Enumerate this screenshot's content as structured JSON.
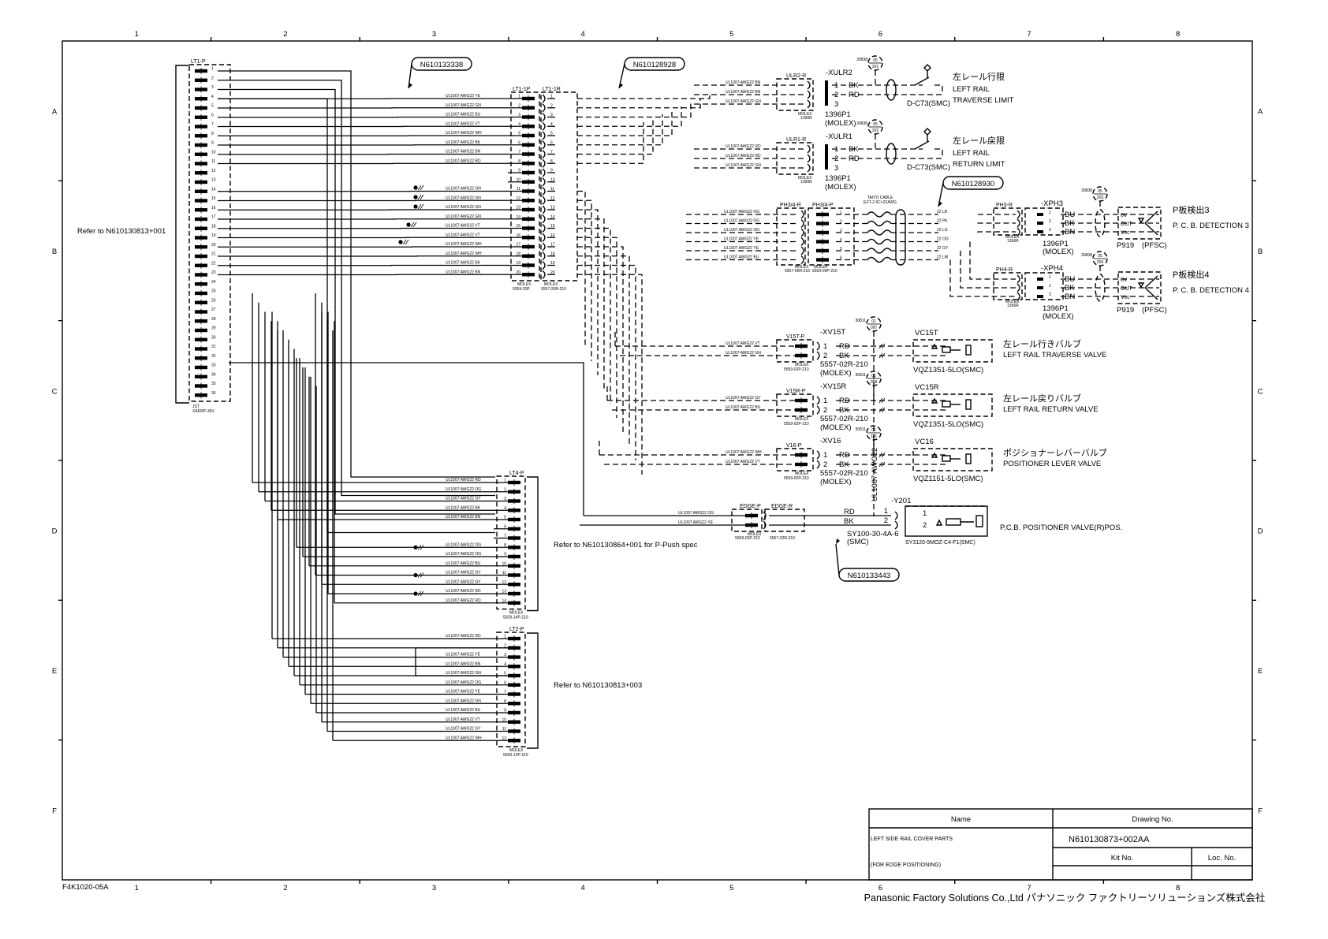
{
  "sheet": {
    "form_code": "F4K1020-05A",
    "company": "Panasonic Factory Solutions Co.,Ltd パナソニック ファクトリーソリューションズ株式会社",
    "col_labels": [
      "1",
      "2",
      "3",
      "4",
      "5",
      "6",
      "7",
      "8"
    ],
    "row_labels": [
      "A",
      "B",
      "C",
      "D",
      "E",
      "F"
    ]
  },
  "title_block": {
    "name_header": "Name",
    "drawing_no_header": "Drawing No.",
    "name_line1": "LEFT SIDE RAIL COVER PARTS",
    "name_line2": "(FOR EDGE POSITIONING)",
    "drawing_no": "N610130873+002AA",
    "kit_no_header": "Kit No.",
    "loc_no_header": "Loc. No.",
    "kit_no": "",
    "loc_no": ""
  },
  "refs": {
    "lt1": "Refer to N610130813+001",
    "lt4": "Refer to N610130864+001 for P-Push spec",
    "lt2": "Refer to N610130813+003"
  },
  "callouts": [
    "N610133338",
    "N610128928",
    "N610128930",
    "N610133443"
  ],
  "connectors": {
    "lt1p": {
      "label": "LT1-P",
      "maker": "JST",
      "part": "XADRP-36V",
      "pins": 36
    },
    "lt1_1p": {
      "label": "LT1-1P",
      "maker": "MOLEX",
      "part": "5559-20P",
      "pins": 20
    },
    "lt1_1r": {
      "label": "LT1-1R",
      "maker": "MOLEX",
      "part": "5557-20R-210",
      "pins": 20
    },
    "lt4p": {
      "label": "LT4-P",
      "maker": "MOLEX",
      "part": "5559-14P-210",
      "pins": 14
    },
    "lt2p": {
      "label": "LT2-P",
      "maker": "MOLEX",
      "part": "5559-12P-210",
      "pins": 12
    },
    "ulr2": {
      "label": "ULR2-R",
      "maker": "MOLEX",
      "part": "1396R"
    },
    "ulr1": {
      "label": "ULR1-R",
      "maker": "MOLEX",
      "part": "1396R"
    },
    "ph34r": {
      "label": "PH3/4-R",
      "maker": "MOLEX",
      "part": "5557-06R-210"
    },
    "ph34p": {
      "label": "PH3/4-P",
      "maker": "MOLEX",
      "part": "5559-06P-210"
    },
    "ph3r": {
      "label": "PH3-R",
      "maker": "MOLEX",
      "part": "1396R"
    },
    "ph4r": {
      "label": "PH4-R",
      "maker": "MOLEX",
      "part": "1396R"
    },
    "v15tp": {
      "label": "V15T-P",
      "maker": "MOLEX",
      "part": "5559-02P-210"
    },
    "v15rp": {
      "label": "V15R-P",
      "maker": "MOLEX",
      "part": "5559-02P-210"
    },
    "v16p": {
      "label": "V16-P",
      "maker": "MOLEX",
      "part": "5559-02P-210"
    },
    "edgep": {
      "label": "EDGE-P",
      "maker": "MOLEX",
      "part": "5559-02P-210"
    },
    "edger": {
      "label": "EDGE-R",
      "part": "5557-02R-210"
    }
  },
  "wire_prefix": "UL1007 AWG22",
  "lt1_wires": [
    "YE",
    "GN",
    "BU",
    "VT",
    "WH",
    "BK",
    "BN",
    "RD",
    "",
    "",
    "GN",
    "GN",
    "GN",
    "GN",
    "VT",
    "VT",
    "WH",
    "WH",
    "BK",
    "BN"
  ],
  "lt4_wires": [
    "RD",
    "OG",
    "GY",
    "BK",
    "BN",
    "",
    "",
    "OG",
    "OG",
    "BU",
    "GY",
    "GY",
    "RD",
    "RD"
  ],
  "lt2_wires": [
    "RD",
    "",
    "YE",
    "BN",
    "GN",
    "OG",
    "YE",
    "GN",
    "BU",
    "VT",
    "GY",
    "WH"
  ],
  "ulr2_wires": [
    "BN",
    "BN",
    "GN"
  ],
  "ulr1_wires": [
    "RD",
    "RD",
    "GN"
  ],
  "ph_wires": [
    "OG",
    "OG",
    "GN",
    "YE",
    "YE",
    "BU"
  ],
  "taiyo": {
    "line1": "TAIYO CABLE",
    "line2": "EXT-2 6C×22AWG",
    "cores": [
      "22 LB",
      "22 PK",
      "22 LG",
      "22 OG",
      "22 GY",
      "22 LBl"
    ]
  },
  "limits": [
    {
      "id": "-XULR2",
      "pins": [
        {
          "n": "1",
          "c": "BK"
        },
        {
          "n": "2",
          "c": "RD"
        },
        {
          "n": "3",
          "c": ""
        }
      ],
      "housing": "1396P1",
      "maker": "(MOLEX)",
      "ref_top": "05",
      "ref_bot": "201",
      "ref_code": "30838",
      "switch": "D-C73(SMC)",
      "jp": "左レール行限",
      "en1": "LEFT  RAIL",
      "en2": "TRAVERSE  LIMIT"
    },
    {
      "id": "-XULR1",
      "pins": [
        {
          "n": "1",
          "c": "BK"
        },
        {
          "n": "2",
          "c": "RD"
        },
        {
          "n": "3",
          "c": ""
        }
      ],
      "housing": "1396P1",
      "maker": "(MOLEX)",
      "ref_top": "05",
      "ref_bot": "202",
      "ref_code": "30838",
      "switch": "D-C73(SMC)",
      "jp": "左レール戻限",
      "en1": "LEFT  RAIL",
      "en2": "RETURN  LIMIT"
    }
  ],
  "sensors": [
    {
      "id": "-XPH3",
      "colors": [
        "BU",
        "BK",
        "BN"
      ],
      "housing": "1396P1",
      "maker": "(MOLEX)",
      "ref_top": "05",
      "ref_bot": "203",
      "ref_code": "30838",
      "terms": [
        "0V",
        "OUT",
        "Vcc"
      ],
      "model": "P919",
      "vendor": "(PFSC)",
      "jp": "P板検出3",
      "en": "P. C. B.  DETECTION  3"
    },
    {
      "id": "-XPH4",
      "colors": [
        "BU",
        "BK",
        "BN"
      ],
      "housing": "1396P1",
      "maker": "(MOLEX)",
      "ref_top": "05",
      "ref_bot": "204",
      "ref_code": "30838",
      "terms": [
        "0V",
        "OUT",
        "Vcc"
      ],
      "model": "P919",
      "vendor": "(PFSC)",
      "jp": "P板検出4",
      "en": "P. C. B.  DETECTION  4"
    }
  ],
  "valves": [
    {
      "id": "-XV15T",
      "wires": [
        "VT",
        "GN"
      ],
      "pins": [
        {
          "n": "1",
          "c": "RD"
        },
        {
          "n": "2",
          "c": "BK"
        }
      ],
      "housing": "5557-02R-210",
      "maker": "(MOLEX)",
      "ref_top": "01",
      "ref_bot": "097",
      "ref_code": "30811",
      "coil": "VC15T",
      "valve": "VQZ1351-5LO(SMC)",
      "jp": "左レール行きバルブ",
      "en": "LEFT RAIL TRAVERSE VALVE"
    },
    {
      "id": "-XV15R",
      "wires": [
        "GY",
        "BU"
      ],
      "pins": [
        {
          "n": "1",
          "c": "RD"
        },
        {
          "n": "2",
          "c": "BK"
        }
      ],
      "housing": "5557-02R-210",
      "maker": "(MOLEX)",
      "ref_top": "01",
      "ref_bot": "098",
      "ref_code": "30811",
      "coil": "VC15R",
      "valve": "VQZ1351-5LO(SMC)",
      "jp": "左レール戻りバルブ",
      "en": "LEFT RAIL RETURN VALVE"
    },
    {
      "id": "-XV16",
      "wires": [
        "WH",
        "VT"
      ],
      "pins": [
        {
          "n": "1",
          "c": "RD"
        },
        {
          "n": "2",
          "c": "BK"
        }
      ],
      "housing": "5557-02R-210",
      "maker": "(MOLEX)",
      "ref_top": "01",
      "ref_bot": "101",
      "ref_code": "30811",
      "coil": "VC16",
      "valve": "VQZ1151-5LO(SMC)",
      "jp": "ポジショナーレバーバルブ",
      "en": "POSITIONER LEVER VALVE"
    }
  ],
  "edge": {
    "wires": [
      "OG",
      "YE"
    ],
    "cable_colors": [
      "RD",
      "BK"
    ],
    "cable_part": "SY100-30-4A-6",
    "cable_maker": "(SMC)",
    "id": "-Y201",
    "pins": [
      "1",
      "2"
    ],
    "valve": "SY3120-5MOZ-C4-F1(SMC)",
    "en": "P.C.B. POSITIONER VALVE(R)POS.",
    "vertical_wire": "UL1007 AWG22"
  }
}
